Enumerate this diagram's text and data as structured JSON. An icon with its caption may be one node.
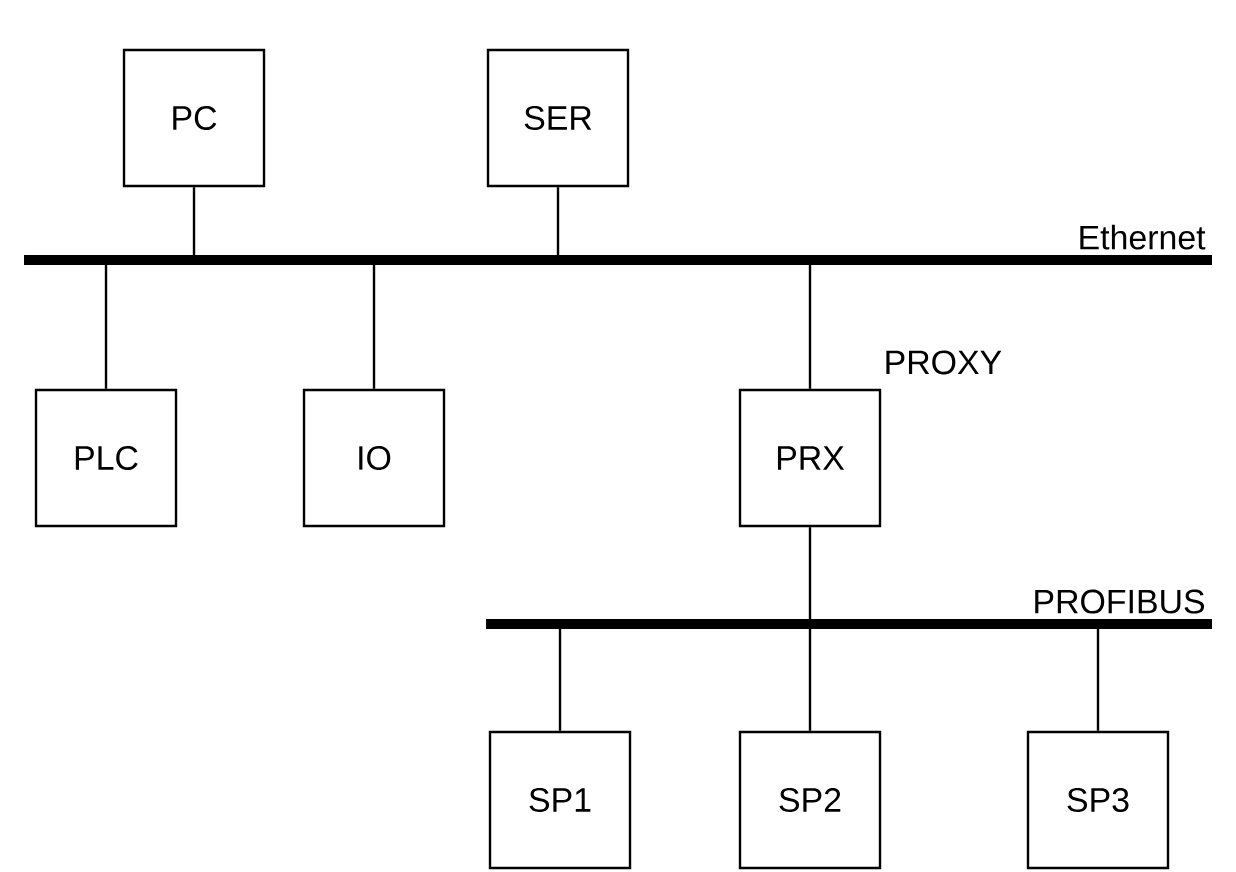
{
  "diagram": {
    "nodes": [
      {
        "text": [
          "PC"
        ]
      },
      {
        "text": [
          "SER"
        ]
      },
      {
        "text": [
          "Ethernet"
        ]
      },
      {
        "text": [
          "PLC"
        ]
      },
      {
        "text": [
          "IO"
        ]
      },
      {
        "text": [
          "PRX"
        ],
        "beside": [
          "PROXY"
        ]
      },
      {
        "text": [
          "PROFIBUS"
        ]
      },
      {
        "text": [
          "SP1"
        ]
      },
      {
        "text": [
          "SP2"
        ]
      },
      {
        "text": [
          "SP3"
        ]
      }
    ],
    "edges": [
      {
        "from": 0,
        "to": 2,
        "arrow": "none"
      },
      {
        "from": 1,
        "to": 2,
        "arrow": "none"
      },
      {
        "from": 2,
        "to": 3,
        "arrow": "none"
      },
      {
        "from": 2,
        "to": 4,
        "arrow": "none"
      },
      {
        "from": 2,
        "to": 5,
        "arrow": "none"
      },
      {
        "from": 5,
        "to": 6,
        "arrow": "none"
      },
      {
        "from": 6,
        "to": 7,
        "arrow": "none"
      },
      {
        "from": 6,
        "to": 8,
        "arrow": "none"
      },
      {
        "from": 6,
        "to": 9,
        "arrow": "none"
      }
    ]
  }
}
